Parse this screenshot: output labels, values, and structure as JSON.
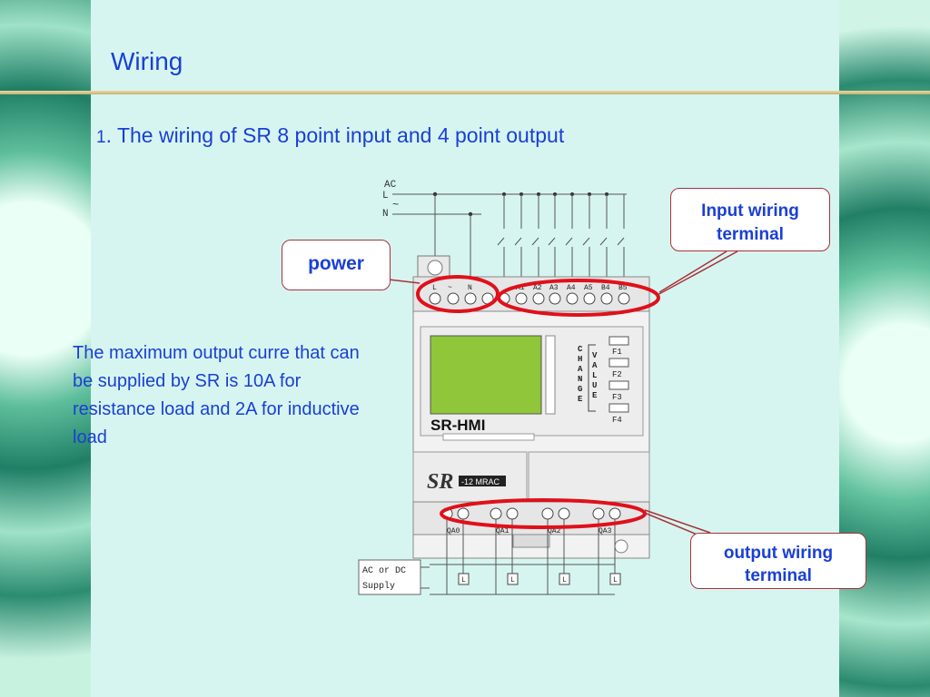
{
  "slide": {
    "title": "Wiring",
    "subtitle_number": "1",
    "subtitle_text": ". The wiring of SR 8 point input and 4 point output",
    "note": "The maximum output curre that can be supplied by SR is 10A  for resistance load and 2A for inductive load",
    "callouts": {
      "power": "power",
      "input_line1": "Input  wiring",
      "input_line2": "terminal",
      "output_line1": "output  wiring",
      "output_line2": "terminal"
    }
  },
  "diagram": {
    "supply_top": "AC",
    "label_L": "L",
    "label_N": "N",
    "wave": "~",
    "power_terminals": [
      "L",
      "~",
      "N"
    ],
    "input_terminals": [
      "A1",
      "A2",
      "A3",
      "A4",
      "A5",
      "B4",
      "B5"
    ],
    "lcd_label": "SR-HMI",
    "change_text": "CHANGE",
    "value_text": "VALUE",
    "function_keys": [
      "F1",
      "F2",
      "F3",
      "F4"
    ],
    "logo_text": "SR",
    "model_text": "-12 MRAC",
    "output_terminals": [
      "QA0",
      "QA1",
      "QA2",
      "QA3"
    ],
    "supply_line1": "AC or DC",
    "supply_line2": "Supply",
    "load_symbol": "L"
  },
  "colors": {
    "title": "#1a3fd6",
    "highlight_ring": "#e0101a",
    "callout_border": "#a8323a",
    "lcd": "#8fc63a"
  }
}
